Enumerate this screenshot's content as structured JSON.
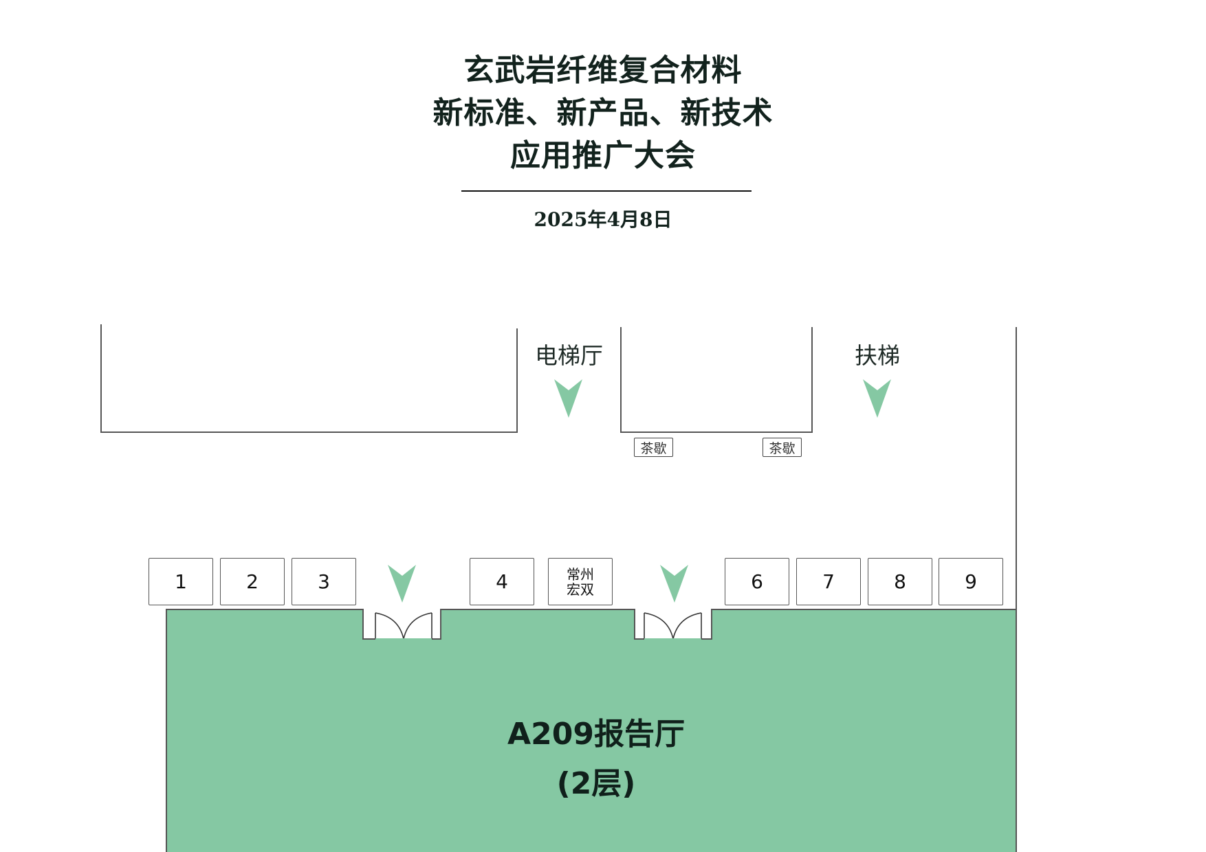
{
  "header": {
    "title_lines": [
      "玄武岩纤维复合材料",
      "新标准、新产品、新技术",
      "应用推广大会"
    ],
    "date": "2025年4月8日"
  },
  "floor_plan": {
    "labels": {
      "elevator_hall": "电梯厅",
      "escalator": "扶梯"
    },
    "tea_breaks": [
      "茶歇",
      "茶歇"
    ],
    "booths": [
      {
        "id": "1",
        "label": "1"
      },
      {
        "id": "2",
        "label": "2"
      },
      {
        "id": "3",
        "label": "3"
      },
      {
        "id": "4",
        "label": "4"
      },
      {
        "id": "5",
        "label": "常州\n宏双",
        "line1": "常州",
        "line2": "宏双"
      },
      {
        "id": "6",
        "label": "6"
      },
      {
        "id": "7",
        "label": "7"
      },
      {
        "id": "8",
        "label": "8"
      },
      {
        "id": "9",
        "label": "9"
      }
    ],
    "hall": {
      "name": "A209报告厅",
      "floor": "(2层)"
    },
    "colors": {
      "hall_fill": "#85C8A3",
      "arrow": "#85C8A3",
      "wall": "#555555"
    }
  }
}
